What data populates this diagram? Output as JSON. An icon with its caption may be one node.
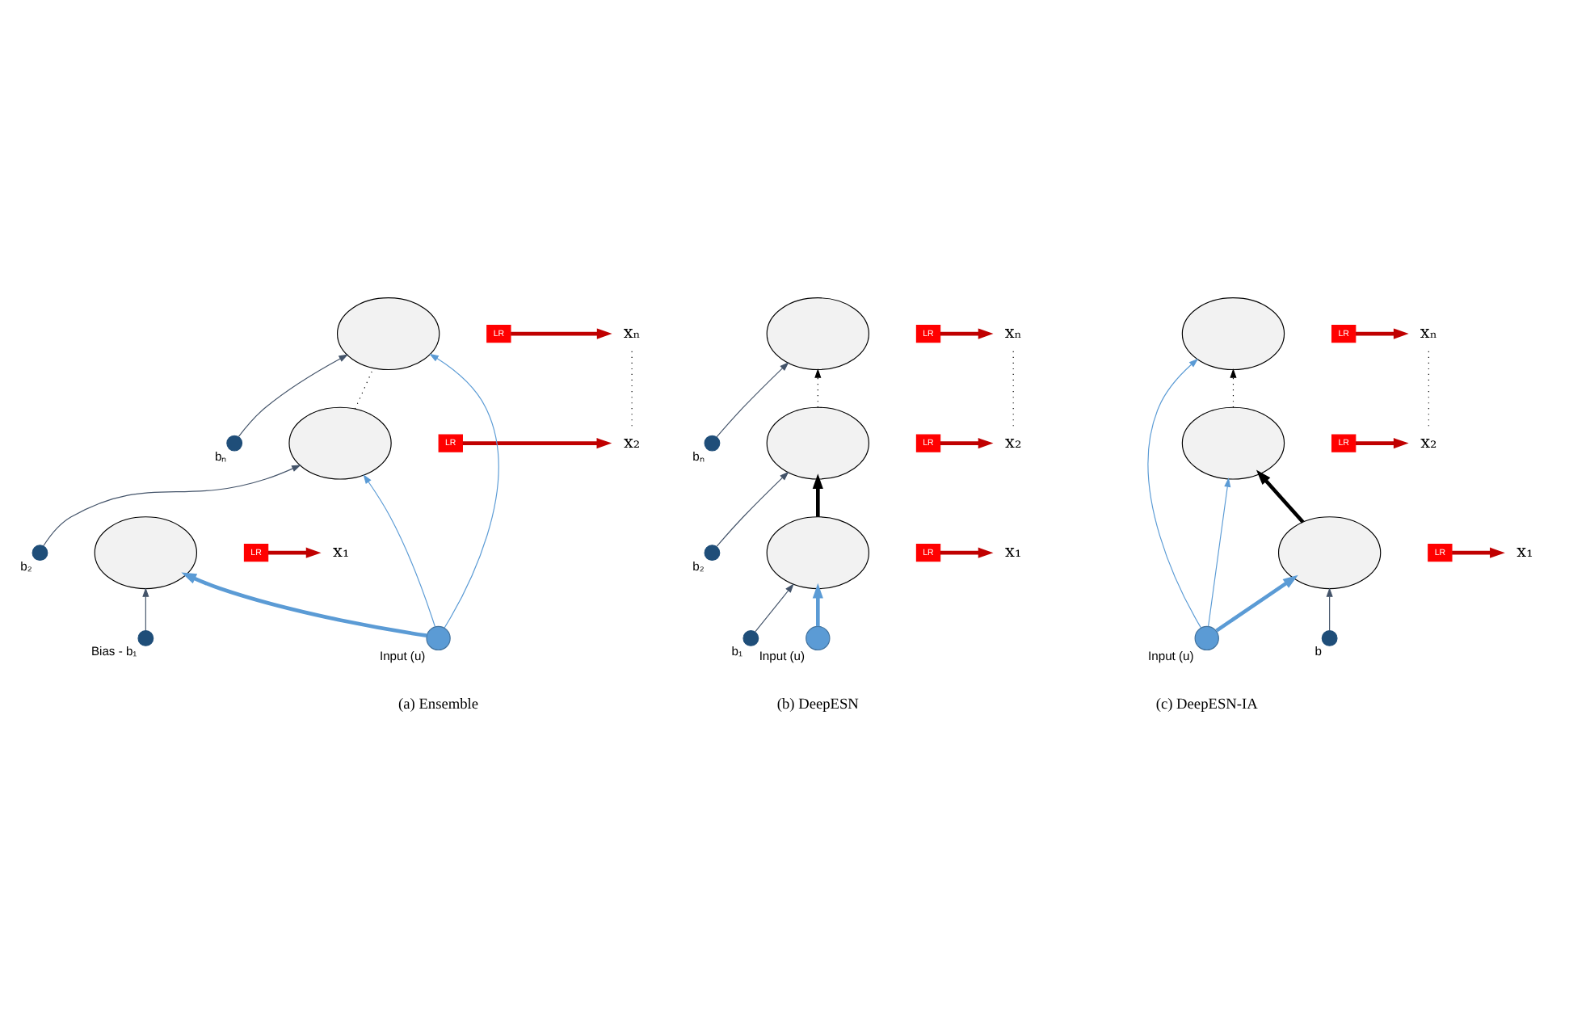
{
  "diagram": {
    "nodes": [
      {
        "text": [],
        "shape": "ellipse"
      },
      {
        "text": [
          "LR"
        ]
      },
      {
        "text": [
          "xₙ"
        ]
      },
      {
        "text": [],
        "shape": "circle",
        "beside": [
          "bₙ"
        ]
      },
      {
        "text": [],
        "shape": "ellipse"
      },
      {
        "text": [
          "LR"
        ]
      },
      {
        "text": [
          "x₂"
        ]
      },
      {
        "text": [],
        "shape": "circle",
        "beside": [
          "b₂"
        ]
      },
      {
        "text": [],
        "shape": "ellipse"
      },
      {
        "text": [
          "LR"
        ]
      },
      {
        "text": [
          "x₁"
        ]
      },
      {
        "text": [],
        "shape": "circle",
        "beside": [
          "Input (u)"
        ]
      },
      {
        "text": [],
        "shape": "circle",
        "beside": [
          "Bias - b₁"
        ]
      },
      {
        "text": [],
        "shape": "ellipse"
      },
      {
        "text": [
          "LR"
        ]
      },
      {
        "text": [
          "xₙ"
        ]
      },
      {
        "text": [],
        "shape": "circle",
        "beside": [
          "bₙ"
        ]
      },
      {
        "text": [],
        "shape": "ellipse"
      },
      {
        "text": [
          "LR"
        ]
      },
      {
        "text": [
          "x₂"
        ]
      },
      {
        "text": [],
        "shape": "circle",
        "beside": [
          "b₂"
        ]
      },
      {
        "text": [],
        "shape": "ellipse"
      },
      {
        "text": [
          "LR"
        ]
      },
      {
        "text": [
          "x₁"
        ]
      },
      {
        "text": [],
        "shape": "circle",
        "beside": [
          "b₁"
        ]
      },
      {
        "text": [],
        "shape": "circle",
        "beside": [
          "Input (u)"
        ]
      },
      {
        "text": [],
        "shape": "ellipse"
      },
      {
        "text": [
          "LR"
        ]
      },
      {
        "text": [
          "xₙ"
        ]
      },
      {
        "text": [],
        "shape": "ellipse"
      },
      {
        "text": [
          "LR"
        ]
      },
      {
        "text": [
          "x₂"
        ]
      },
      {
        "text": [],
        "shape": "ellipse"
      },
      {
        "text": [
          "LR"
        ]
      },
      {
        "text": [
          "x₁"
        ]
      },
      {
        "text": [],
        "shape": "circle",
        "beside": [
          "Input (u)"
        ]
      },
      {
        "text": [],
        "shape": "circle",
        "beside": [
          "b"
        ]
      }
    ],
    "edges": [
      {
        "from": 1,
        "to": 2,
        "arrow": "to",
        "style": "thick",
        "color": "#c00000"
      },
      {
        "from": 6,
        "to": 2,
        "arrow": "none",
        "style": "dashed",
        "color": "#000000"
      },
      {
        "from": 3,
        "to": 0,
        "arrow": "to",
        "color": "#44546a"
      },
      {
        "from": 4,
        "to": 0,
        "arrow": "none",
        "style": "dashed",
        "color": "#000000"
      },
      {
        "from": 5,
        "to": 6,
        "arrow": "to",
        "style": "thick",
        "color": "#c00000"
      },
      {
        "from": 7,
        "to": 4,
        "arrow": "to",
        "color": "#44546a"
      },
      {
        "from": 9,
        "to": 10,
        "arrow": "to",
        "style": "thick",
        "color": "#c00000"
      },
      {
        "from": 11,
        "to": 8,
        "arrow": "to",
        "style": "thick",
        "color": "#5b9bd5"
      },
      {
        "from": 11,
        "to": 4,
        "arrow": "to",
        "color": "#5b9bd5"
      },
      {
        "from": 11,
        "to": 0,
        "arrow": "to",
        "color": "#5b9bd5"
      },
      {
        "from": 12,
        "to": 8,
        "arrow": "to",
        "color": "#44546a"
      },
      {
        "from": 14,
        "to": 15,
        "arrow": "to",
        "style": "thick",
        "color": "#c00000"
      },
      {
        "from": 19,
        "to": 15,
        "arrow": "none",
        "style": "dashed",
        "color": "#000000"
      },
      {
        "from": 16,
        "to": 13,
        "arrow": "to",
        "color": "#44546a"
      },
      {
        "from": 17,
        "to": 13,
        "arrow": "to",
        "style": "dashed",
        "color": "#000000"
      },
      {
        "from": 18,
        "to": 19,
        "arrow": "to",
        "style": "thick",
        "color": "#c00000"
      },
      {
        "from": 20,
        "to": 17,
        "arrow": "to",
        "color": "#44546a"
      },
      {
        "from": 21,
        "to": 17,
        "arrow": "to",
        "style": "thick",
        "color": "#000000"
      },
      {
        "from": 22,
        "to": 23,
        "arrow": "to",
        "style": "thick",
        "color": "#c00000"
      },
      {
        "from": 24,
        "to": 21,
        "arrow": "to",
        "color": "#44546a"
      },
      {
        "from": 25,
        "to": 21,
        "arrow": "to",
        "style": "thick",
        "color": "#5b9bd5"
      },
      {
        "from": 27,
        "to": 28,
        "arrow": "to",
        "style": "thick",
        "color": "#c00000"
      },
      {
        "from": 31,
        "to": 28,
        "arrow": "none",
        "style": "dashed",
        "color": "#000000"
      },
      {
        "from": 29,
        "to": 26,
        "arrow": "to",
        "style": "dashed",
        "color": "#000000"
      },
      {
        "from": 30,
        "to": 31,
        "arrow": "to",
        "style": "thick",
        "color": "#c00000"
      },
      {
        "from": 32,
        "to": 29,
        "arrow": "to",
        "style": "thick",
        "color": "#000000"
      },
      {
        "from": 33,
        "to": 34,
        "arrow": "to",
        "style": "thick",
        "color": "#c00000"
      },
      {
        "from": 35,
        "to": 32,
        "arrow": "to",
        "style": "thick",
        "color": "#5b9bd5"
      },
      {
        "from": 35,
        "to": 29,
        "arrow": "to",
        "color": "#5b9bd5"
      },
      {
        "from": 35,
        "to": 26,
        "arrow": "to",
        "color": "#5b9bd5"
      },
      {
        "from": 36,
        "to": 32,
        "arrow": "to",
        "color": "#44546a"
      }
    ],
    "labels": [
      "(a) Ensemble",
      "(b) DeepESN",
      "(c) DeepESN-IA"
    ]
  }
}
